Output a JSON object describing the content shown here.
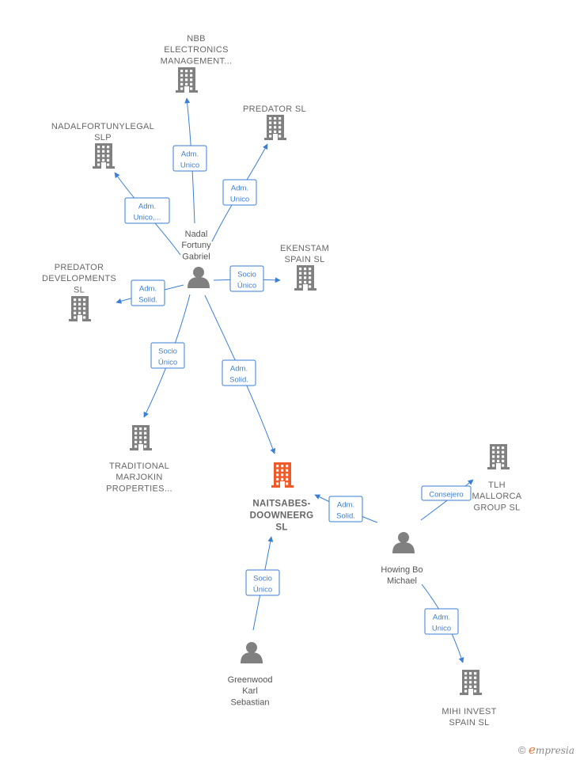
{
  "colors": {
    "edge": "#3a7fd5",
    "company": "#808080",
    "focus_company": "#f05a2a",
    "person": "#808080",
    "label": "#666666"
  },
  "companies": [
    {
      "id": "nbb",
      "lines": [
        "NBB",
        "ELECTRONICS",
        "MANAGEMENT..."
      ],
      "icon": "building-icon"
    },
    {
      "id": "predator_sl",
      "lines": [
        "PREDATOR  SL"
      ],
      "icon": "building-icon"
    },
    {
      "id": "nadalfortuny",
      "lines": [
        "NADALFORTUNYLEGAL",
        "SLP"
      ],
      "icon": "building-icon"
    },
    {
      "id": "ekenstam",
      "lines": [
        "EKENSTAM",
        "SPAIN  SL"
      ],
      "icon": "building-icon"
    },
    {
      "id": "predator_dev",
      "lines": [
        "PREDATOR",
        "DEVELOPMENTS",
        "SL"
      ],
      "icon": "building-icon"
    },
    {
      "id": "traditional",
      "lines": [
        "TRADITIONAL",
        "MARJOKIN",
        "PROPERTIES..."
      ],
      "icon": "building-icon"
    },
    {
      "id": "naitsabes",
      "lines": [
        "NAITSABES-",
        "DOOWNEERG",
        "SL"
      ],
      "icon": "building-icon",
      "focus": true
    },
    {
      "id": "tlh",
      "lines": [
        "TLH",
        "MALLORCA",
        "GROUP  SL"
      ],
      "icon": "building-icon"
    },
    {
      "id": "mihi",
      "lines": [
        "MIHI INVEST",
        "SPAIN  SL"
      ],
      "icon": "building-icon"
    }
  ],
  "persons": [
    {
      "id": "nadal",
      "lines": [
        "Nadal",
        "Fortuny",
        "Gabriel"
      ],
      "icon": "person-icon"
    },
    {
      "id": "howing",
      "lines": [
        "Howing Bo",
        "Michael"
      ],
      "icon": "person-icon"
    },
    {
      "id": "greenwood",
      "lines": [
        "Greenwood",
        "Karl",
        "Sebastian"
      ],
      "icon": "person-icon"
    }
  ],
  "relations": [
    {
      "id": "r_nbb",
      "lines": [
        "Adm.",
        "Unico"
      ]
    },
    {
      "id": "r_predator_sl",
      "lines": [
        "Adm.",
        "Unico"
      ]
    },
    {
      "id": "r_nadalfortuny",
      "lines": [
        "Adm.",
        "Unico,..."
      ]
    },
    {
      "id": "r_ekenstam",
      "lines": [
        "Socio",
        "Único"
      ]
    },
    {
      "id": "r_predator_dev",
      "lines": [
        "Adm.",
        "Solid."
      ]
    },
    {
      "id": "r_traditional",
      "lines": [
        "Socio",
        "Único"
      ]
    },
    {
      "id": "r_nadal_naitsabes",
      "lines": [
        "Adm.",
        "Solid."
      ]
    },
    {
      "id": "r_tlh",
      "lines": [
        "Consejero"
      ]
    },
    {
      "id": "r_howing_naitsabes",
      "lines": [
        "Adm.",
        "Solid."
      ]
    },
    {
      "id": "r_mihi",
      "lines": [
        "Adm.",
        "Unico"
      ]
    },
    {
      "id": "r_greenwood",
      "lines": [
        "Socio",
        "Único"
      ]
    }
  ],
  "brand": {
    "symbol": "©",
    "initial": "e",
    "rest": "mpresia"
  }
}
